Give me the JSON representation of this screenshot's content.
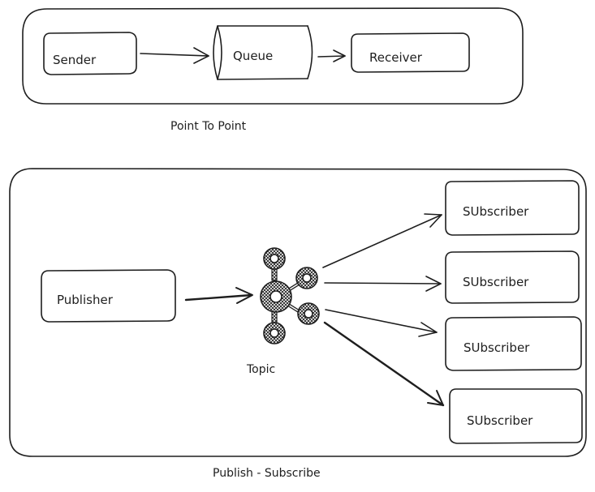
{
  "point_to_point": {
    "sender": "Sender",
    "queue": "Queue",
    "receiver": "Receiver",
    "caption": "Point To Point"
  },
  "publish_subscribe": {
    "publisher": "Publisher",
    "topic": "Topic",
    "subscribers": [
      "SUbscriber",
      "SUbscriber",
      "SUbscriber",
      "SUbscriber"
    ],
    "caption": "Publish - Subscribe"
  },
  "colors": {
    "stroke": "#1e1e1e",
    "background": "#ffffff"
  },
  "icons": {
    "topic": "kafka-topic-icon"
  }
}
